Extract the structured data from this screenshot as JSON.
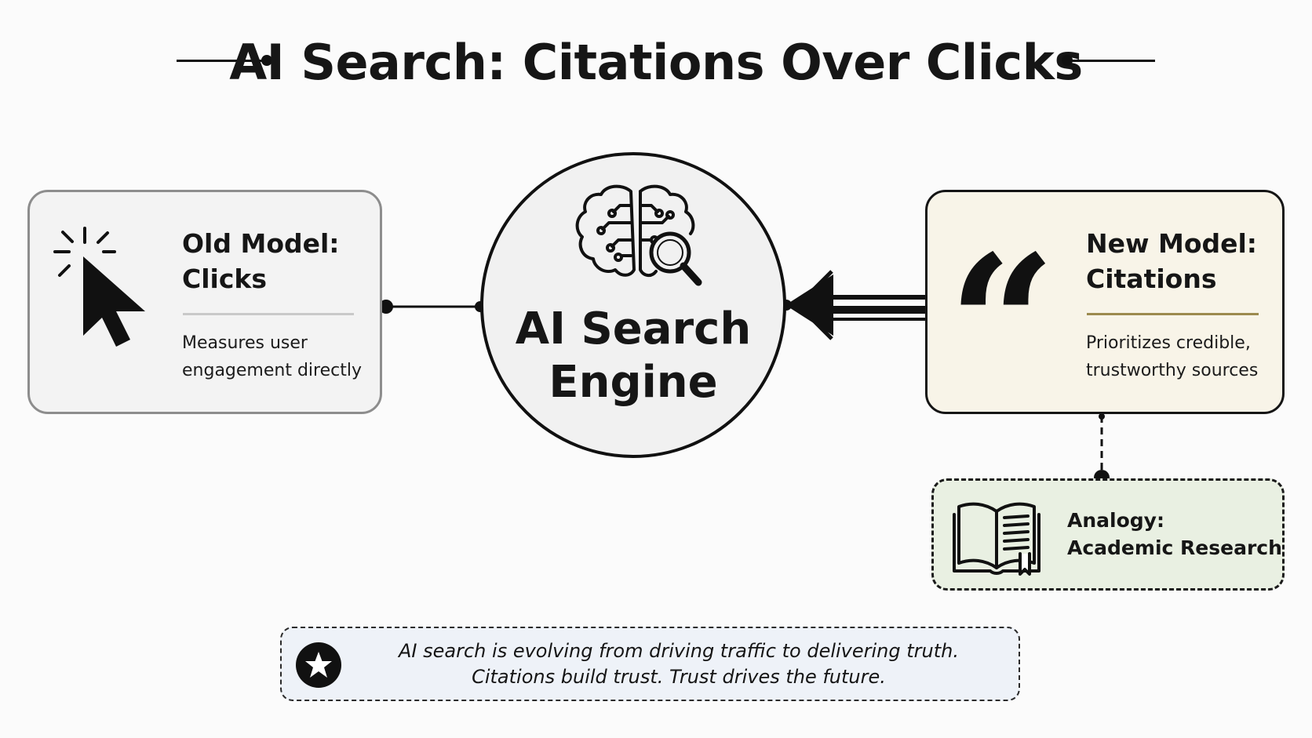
{
  "title": "AI Search: Citations Over Clicks",
  "center": {
    "line1": "AI Search",
    "line2": "Engine",
    "icon": "brain-search-icon"
  },
  "old_model": {
    "title_line1": "Old Model:",
    "title_line2": "Clicks",
    "desc_line1": "Measures user",
    "desc_line2": "engagement directly",
    "icon": "cursor-click-icon",
    "border_color": "#8d8d8d",
    "fill_color": "#f3f3f3",
    "rule_color": "#c9c9c9"
  },
  "new_model": {
    "title_line1": "New Model:",
    "title_line2": "Citations",
    "desc_line1": "Prioritizes credible,",
    "desc_line2": "trustworthy sources",
    "icon": "quote-marks-icon",
    "fill_color": "#f8f4e8",
    "rule_color": "#9c8a4e"
  },
  "analogy": {
    "line1": "Analogy:",
    "line2": "Academic Research",
    "icon": "open-book-icon",
    "fill_color": "#e9f0e2"
  },
  "note": {
    "line1": "AI search is evolving from driving traffic to delivering truth.",
    "line2": "Citations build trust. Trust drives the future.",
    "icon": "star-icon",
    "fill_color": "#eef2f8"
  }
}
